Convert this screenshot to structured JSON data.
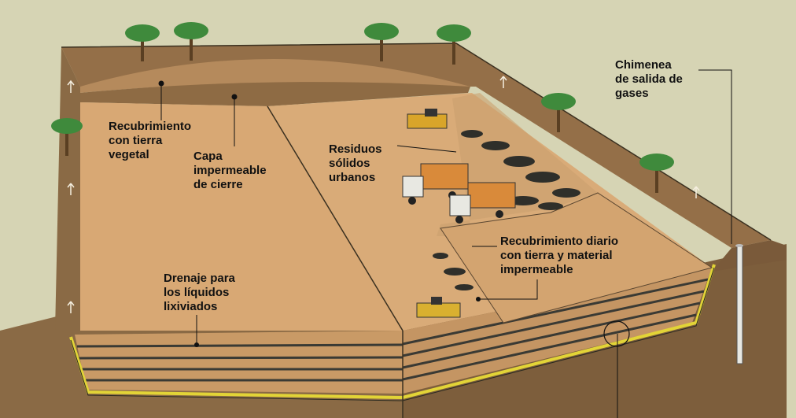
{
  "labels": {
    "topsoil_cover": "Recubrimiento\ncon tierra\nvegetal",
    "impermeable_cap": "Capa\nimpermeable\nde cierre",
    "solid_waste": "Residuos\nsólidos\nurbanos",
    "gas_chimney": "Chimenea\nde salida de\ngases",
    "daily_cover": "Recubrimiento diario\ncon tierra y material\nimpermeable",
    "leachate_drainage": "Drenaje para\nlos líquidos\nlixiviados"
  },
  "colors": {
    "background": "#d6d4b4",
    "top_surface": "#d8a874",
    "cut_face": "#c99a66",
    "soil": "#8a6a45",
    "stripe": "#3a3a34",
    "liner": "#e2d437",
    "tree": "#3f8a3c"
  }
}
